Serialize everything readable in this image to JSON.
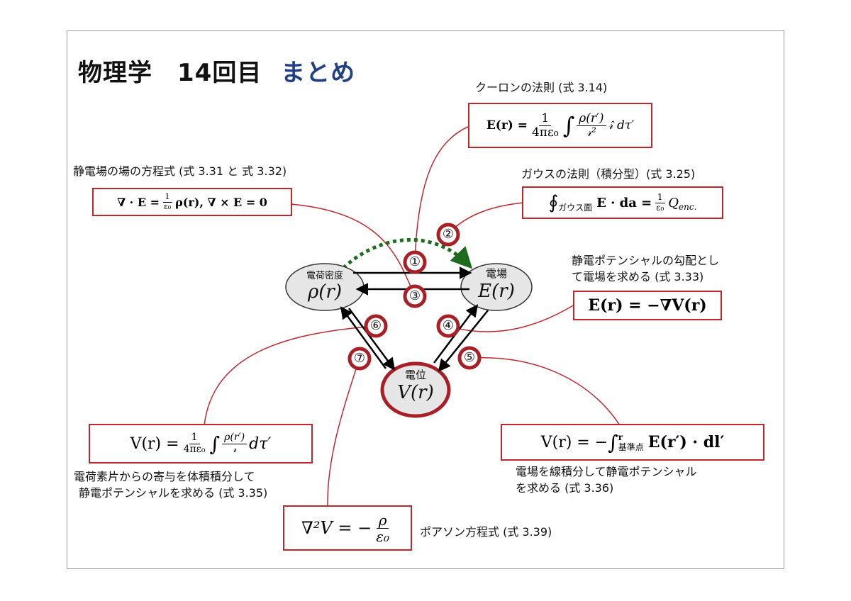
{
  "title": {
    "main": "物理学　14回目",
    "accent": "まとめ"
  },
  "nodes": {
    "rho": {
      "label": "電荷密度",
      "symbol": "ρ(r)"
    },
    "efield": {
      "label": "電場",
      "symbol": "E(r)"
    },
    "potential": {
      "label": "電位",
      "symbol": "V(r)"
    }
  },
  "markers": [
    "①",
    "②",
    "③",
    "④",
    "⑤",
    "⑥",
    "⑦"
  ],
  "equations": {
    "coulomb": {
      "caption": "クーロンの法則 (式 3.14)",
      "lhs": "E(r) =",
      "frac_num": "1",
      "frac_den": "4πε₀",
      "integral": "∫",
      "int_num": "ρ(r′)",
      "int_den": "𝓇²",
      "tail": "𝓇̂ dτ′"
    },
    "gauss": {
      "caption": "ガウスの法則（積分型）(式 3.25)",
      "integral": "∮",
      "subscript": "ガウス面",
      "body": "E · da =",
      "frac_num": "1",
      "frac_den": "ε₀",
      "tail": "Q",
      "tail_sub": "enc."
    },
    "field_eq": {
      "caption": "静電場の場の方程式 (式 3.31 と 式 3.32)",
      "part1": "∇ · E =",
      "frac_num": "1",
      "frac_den": "ε₀",
      "part2": "ρ(r),  ∇ × E = 0"
    },
    "gradient": {
      "caption_line1": "静電ポテンシャルの勾配とし",
      "caption_line2": "て電場を求める (式 3.33)",
      "formula": "E(r) = −∇V(r)"
    },
    "potential_from_charge": {
      "caption_line1": "電荷素片からの寄与を体積積分して",
      "caption_line2": "静電ポテンシャルを求める (式 3.35)",
      "lhs": "V(r) =",
      "frac_num": "1",
      "frac_den": "4πε₀",
      "integral": "∫",
      "int_num": "ρ(r′)",
      "int_den": "𝓇",
      "tail": "dτ′"
    },
    "line_integral": {
      "caption_line1": "電場を線積分して静電ポテンシャル",
      "caption_line2": "を求める (式 3.36)",
      "lhs": "V(r) = −",
      "integral": "∫",
      "upper": "r",
      "lower": "基準点",
      "tail": "E(r′) · dl′"
    },
    "poisson": {
      "caption": "ポアソン方程式 (式 3.39)",
      "lhs": "∇²V = −",
      "frac_num": "ρ",
      "frac_den": "ε₀"
    }
  },
  "colors": {
    "accent_red": "#c0272d",
    "title_blue": "#1f3f86",
    "dotted_green": "#1e6b1e",
    "node_fill": "#e6e6e6"
  }
}
